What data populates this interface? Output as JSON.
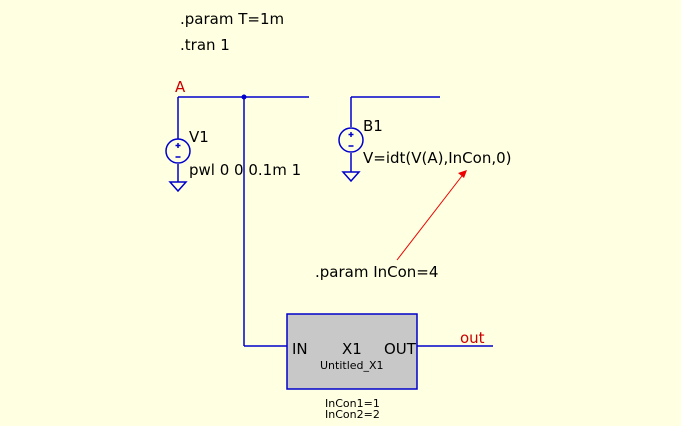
{
  "directives": {
    "param_t": ".param T=1m",
    "tran": ".tran 1",
    "param_incon": ".param InCon=4"
  },
  "nets": {
    "node_a": "A",
    "node_out": "out"
  },
  "source_v1": {
    "name": "V1",
    "value": "pwl 0 0 0.1m 1"
  },
  "source_b1": {
    "name": "B1",
    "value": "V=idt(V(A),InCon,0)"
  },
  "block_x1": {
    "pin_in": "IN",
    "name": "X1",
    "pin_out": "OUT",
    "subtitle": "Untitled_X1",
    "param_1": "InCon1=1",
    "param_2": "InCon2=2"
  },
  "colors": {
    "background": "#ffffe1",
    "wire": "#0000cc",
    "net_label": "#cc0000",
    "annotation_arrow": "#ee0000",
    "block_fill": "#c8c8c8",
    "text": "#000000"
  }
}
